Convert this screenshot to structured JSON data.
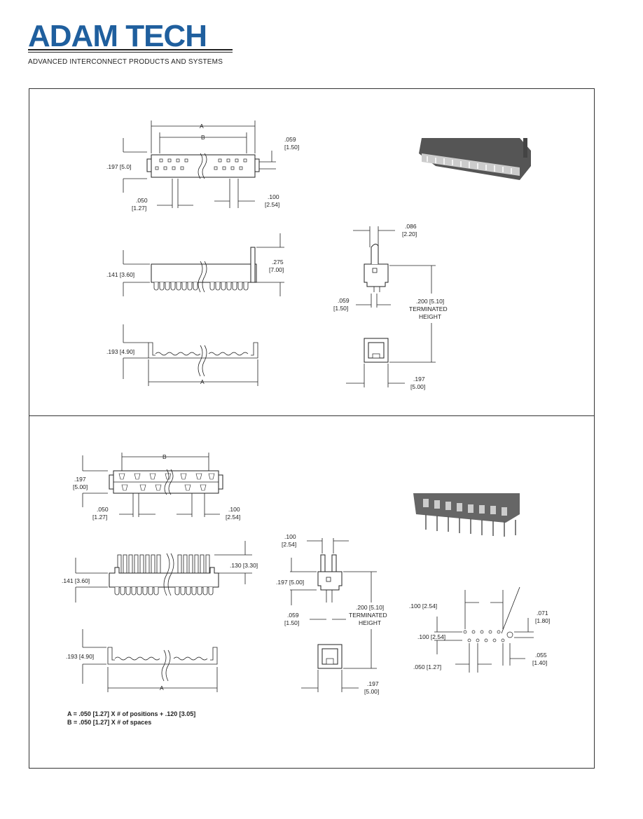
{
  "header": {
    "brand": "ADAM TECH",
    "tagline": "ADVANCED INTERCONNECT PRODUCTS AND SYSTEMS",
    "brand_color": "#1f5f9e"
  },
  "panel1": {
    "top_view": {
      "dim_a": "A",
      "dim_b": "B",
      "height": ".197 [5.0]",
      "pitch_in": ".050",
      "pitch_mm": "[1.27]",
      "row_in": ".100",
      "row_mm": "[2.54]",
      "offset_in": ".059",
      "offset_mm": "[1.50]"
    },
    "side_view": {
      "height": ".141 [3.60]",
      "latch_in": ".275",
      "latch_mm": "[7.00]"
    },
    "bottom_view": {
      "height": ".193 [4.90]",
      "dim_a": "A"
    },
    "end_view": {
      "width_in": ".086",
      "width_mm": "[2.20]",
      "pin_in": ".059",
      "pin_mm": "[1.50]",
      "term_dim": ".200 [5.10]",
      "term_label1": "TERMINATED",
      "term_label2": "HEIGHT",
      "base_in": ".197",
      "base_mm": "[5.00]"
    }
  },
  "panel2": {
    "top_view": {
      "dim_b": "B",
      "height_in": ".197",
      "height_mm": "[5.00]",
      "pitch_in": ".050",
      "pitch_mm": "[1.27]",
      "row_in": ".100",
      "row_mm": "[2.54]"
    },
    "side_view": {
      "height": ".141 [3.60]",
      "tail": ".130 [3.30]"
    },
    "bottom_view": {
      "height": ".193 [4.90]",
      "dim_a": "A"
    },
    "end_view": {
      "spacing_in": ".100",
      "spacing_mm": "[2.54]",
      "height": ".197 [5.00]",
      "pin_in": ".059",
      "pin_mm": "[1.50]",
      "term_dim": ".200 [5.10]",
      "term_label1": "TERMINATED",
      "term_label2": "HEIGHT",
      "base_in": ".197",
      "base_mm": "[5.00]"
    },
    "pcb_layout": {
      "row_pitch": ".100 [2.54]",
      "col_pitch": ".100 [2.54]",
      "pitch": ".050 [1.27]",
      "hole_in": ".071",
      "hole_mm": "[1.80]",
      "edge_in": ".055",
      "edge_mm": "[1.40]"
    },
    "formula_a": "A = .050 [1.27] X # of positions + .120 [3.05]",
    "formula_b": "B = .050 [1.27] X # of spaces"
  }
}
